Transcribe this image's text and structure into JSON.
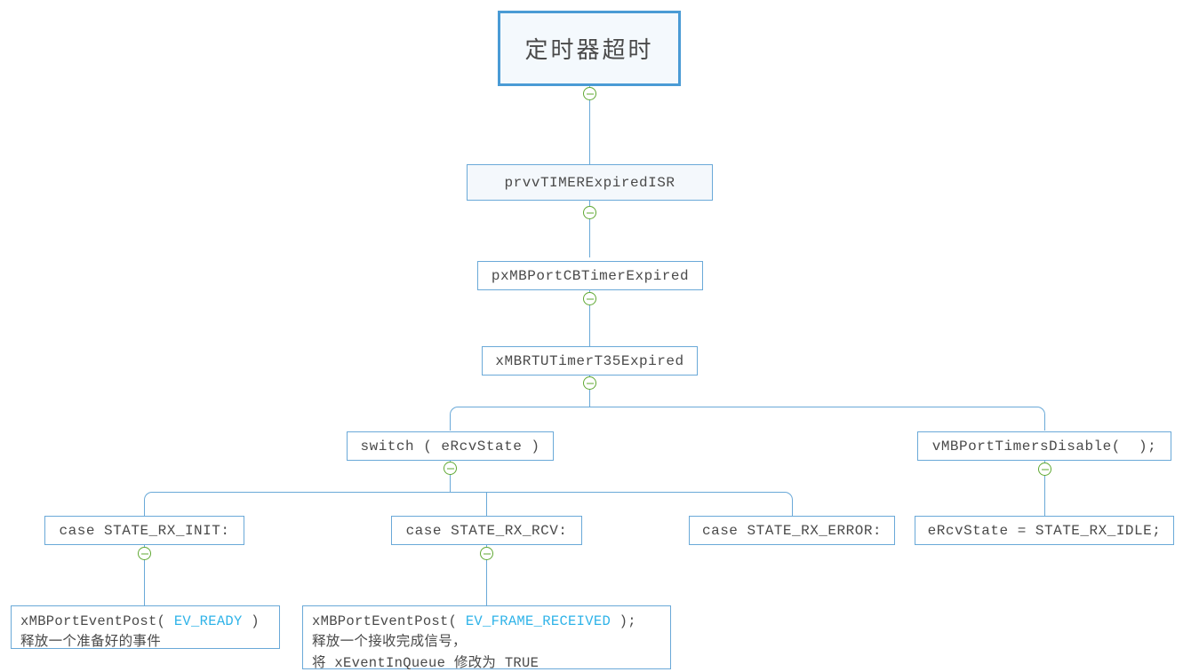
{
  "diagram": {
    "type": "flowchart-tree",
    "title_node": "定时器超时",
    "colors": {
      "node_border": "#6aa9d8",
      "root_border": "#4a9bd5",
      "root_fill": "#f4f9fd",
      "connector": "#6aa9d8",
      "toggle": "#5fa832",
      "text": "#4a4a4a",
      "keyword": "#2fb3e8"
    },
    "nodes": [
      {
        "id": "root",
        "label": "定时器超时",
        "collapsible": true
      },
      {
        "id": "isr",
        "label": "prvvTIMERExpiredISR",
        "collapsible": true
      },
      {
        "id": "cb",
        "label": "pxMBPortCBTimerExpired",
        "collapsible": true
      },
      {
        "id": "t35",
        "label": "xMBRTUTimerT35Expired",
        "collapsible": true
      },
      {
        "id": "switch",
        "label": "switch ( eRcvState )",
        "collapsible": true
      },
      {
        "id": "disable",
        "label": "vMBPortTimersDisable(  );",
        "collapsible": true
      },
      {
        "id": "case_init",
        "label": "case STATE_RX_INIT:",
        "collapsible": true
      },
      {
        "id": "case_rcv",
        "label": "case STATE_RX_RCV:",
        "collapsible": true
      },
      {
        "id": "case_error",
        "label": "case STATE_RX_ERROR:",
        "collapsible": false
      },
      {
        "id": "idle_assign",
        "label": "eRcvState = STATE_RX_IDLE;",
        "collapsible": false
      }
    ],
    "leaf_init": {
      "line1_pre": "xMBPortEventPost( ",
      "line1_kw": "EV_READY",
      "line1_post": " )",
      "line2": "释放一个准备好的事件"
    },
    "leaf_rcv": {
      "line1_pre": "xMBPortEventPost( ",
      "line1_kw": "EV_FRAME_RECEIVED",
      "line1_post": " );",
      "line2": "释放一个接收完成信号，",
      "line3": "将 xEventInQueue 修改为 TRUE"
    },
    "toggle_icon": "collapse-minus-icon"
  }
}
